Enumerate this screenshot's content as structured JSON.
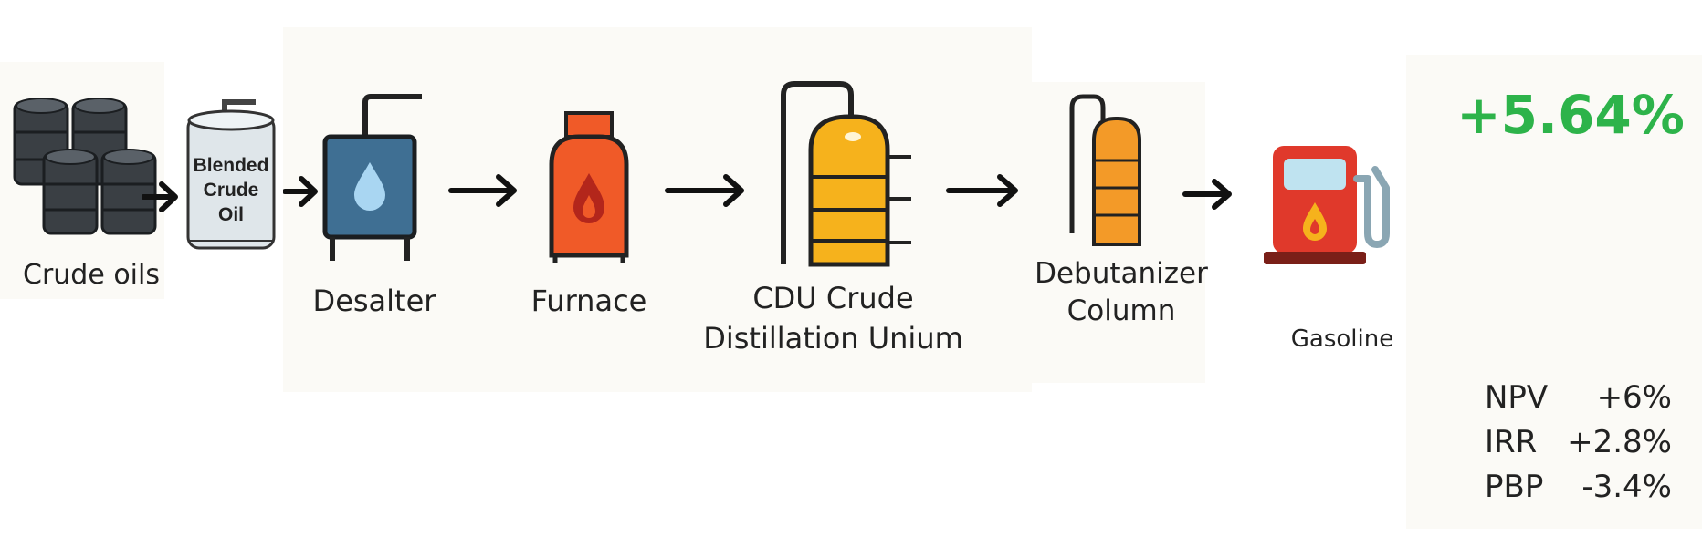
{
  "steps": [
    {
      "label": "Crude oils",
      "icon": "oil-barrels-icon"
    },
    {
      "label": "Blended\nCrude\nOil",
      "icon": "storage-tank-icon"
    },
    {
      "label": "Desalter",
      "icon": "desalter-icon"
    },
    {
      "label": "Furnace",
      "icon": "furnace-icon"
    },
    {
      "label": "CDU Crude\nDistillation Unium",
      "icon": "distillation-column-icon"
    },
    {
      "label": "Debutanizer\nColumn",
      "icon": "debutanizer-icon"
    },
    {
      "label": "Gasoline",
      "icon": "fuel-pump-icon"
    }
  ],
  "result": {
    "headline": "+5.64%",
    "metrics": [
      {
        "name": "NPV",
        "value": "+6%"
      },
      {
        "name": "IRR",
        "value": "+2.8%"
      },
      {
        "name": "PBP",
        "value": "-3.4%"
      }
    ]
  },
  "colors": {
    "headline": "#2db34a",
    "barrel": "#3a3f44",
    "tank": "#dfe6ea",
    "desalter": "#3f6f93",
    "water_drop": "#a9d6f2",
    "furnace": "#f05a28",
    "column": "#f6b21c",
    "pump": "#e0392b",
    "arrow": "#111111"
  }
}
